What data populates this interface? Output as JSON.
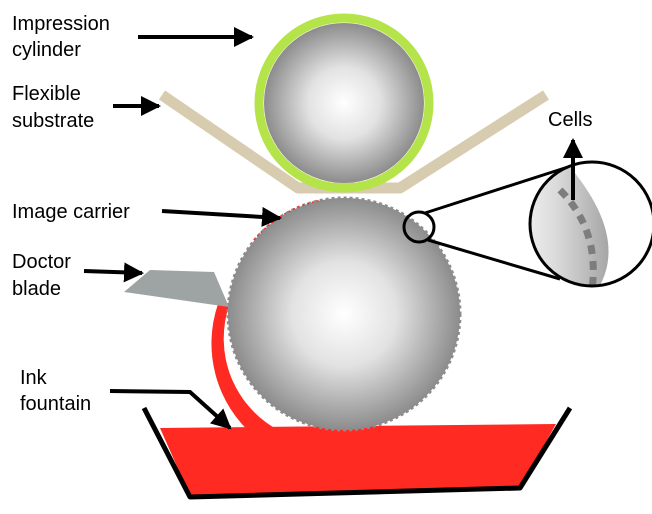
{
  "labels": {
    "impression_cylinder_1": "Impression",
    "impression_cylinder_2": "cylinder",
    "flexible_substrate_1": "Flexible",
    "flexible_substrate_2": "substrate",
    "image_carrier": "Image carrier",
    "doctor_blade_1": "Doctor",
    "doctor_blade_2": "blade",
    "ink_fountain_1": "Ink",
    "ink_fountain_2": "fountain",
    "cells": "Cells"
  },
  "colors": {
    "impression_ring": "#b5e34a",
    "substrate": "#d8ccb0",
    "ink": "#ff2a22",
    "blade": "#9ea3a3",
    "cylinder_light": "#ffffff",
    "cylinder_dark": "#8c8c8c",
    "cells_dash": "#7d7d7d",
    "outline": "#000000"
  }
}
